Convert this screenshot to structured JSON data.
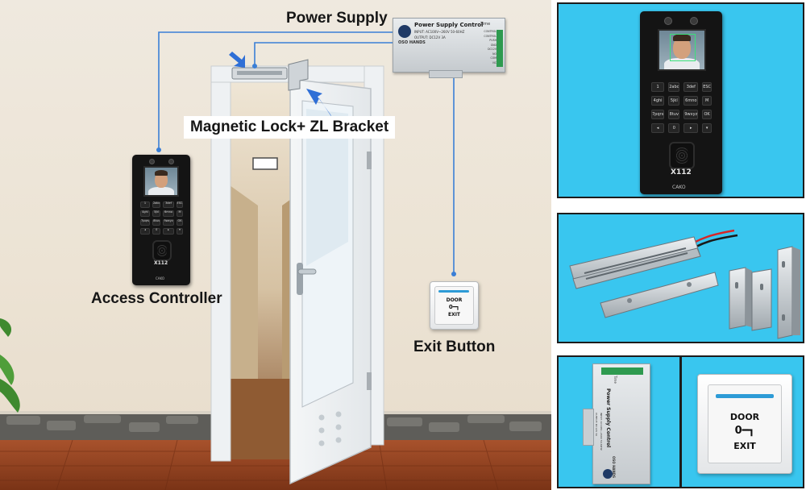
{
  "labels": {
    "power_supply": "Power Supply",
    "magnetic_lock": "Magnetic Lock+ ZL Bracket",
    "access_controller": "Access Controller",
    "exit_button": "Exit Button"
  },
  "access_controller": {
    "model": "X112",
    "brand": "CAKO",
    "keys": [
      "1",
      "2abc",
      "3def",
      "ESC",
      "4ghi",
      "5jkl",
      "6mno",
      "M",
      "7pqrs",
      "8tuv",
      "9wxyz",
      "OK",
      "◂",
      "0",
      "▸",
      "▾"
    ]
  },
  "power_supply": {
    "title": "Power Supply Control",
    "brand": "OSO HANDS",
    "time": "Time",
    "input_text": "INPUT: AC100V~260V 50-60HZ",
    "output_text": "OUTPUT: DC12V 3A",
    "terminals": [
      "CONTROL",
      "CONTROL",
      "PUSH",
      "GND",
      "DC12V",
      "NO",
      "COM",
      "NC"
    ]
  },
  "exit_button": {
    "line1": "DOOR",
    "key_symbol": "0━┓",
    "line2": "EXIT"
  },
  "colors": {
    "panel_background": "#39c6ef",
    "wire": "#3a7fd6",
    "callout_arrow": "#2f6fd6",
    "exit_bar": "#2d9bd6"
  }
}
